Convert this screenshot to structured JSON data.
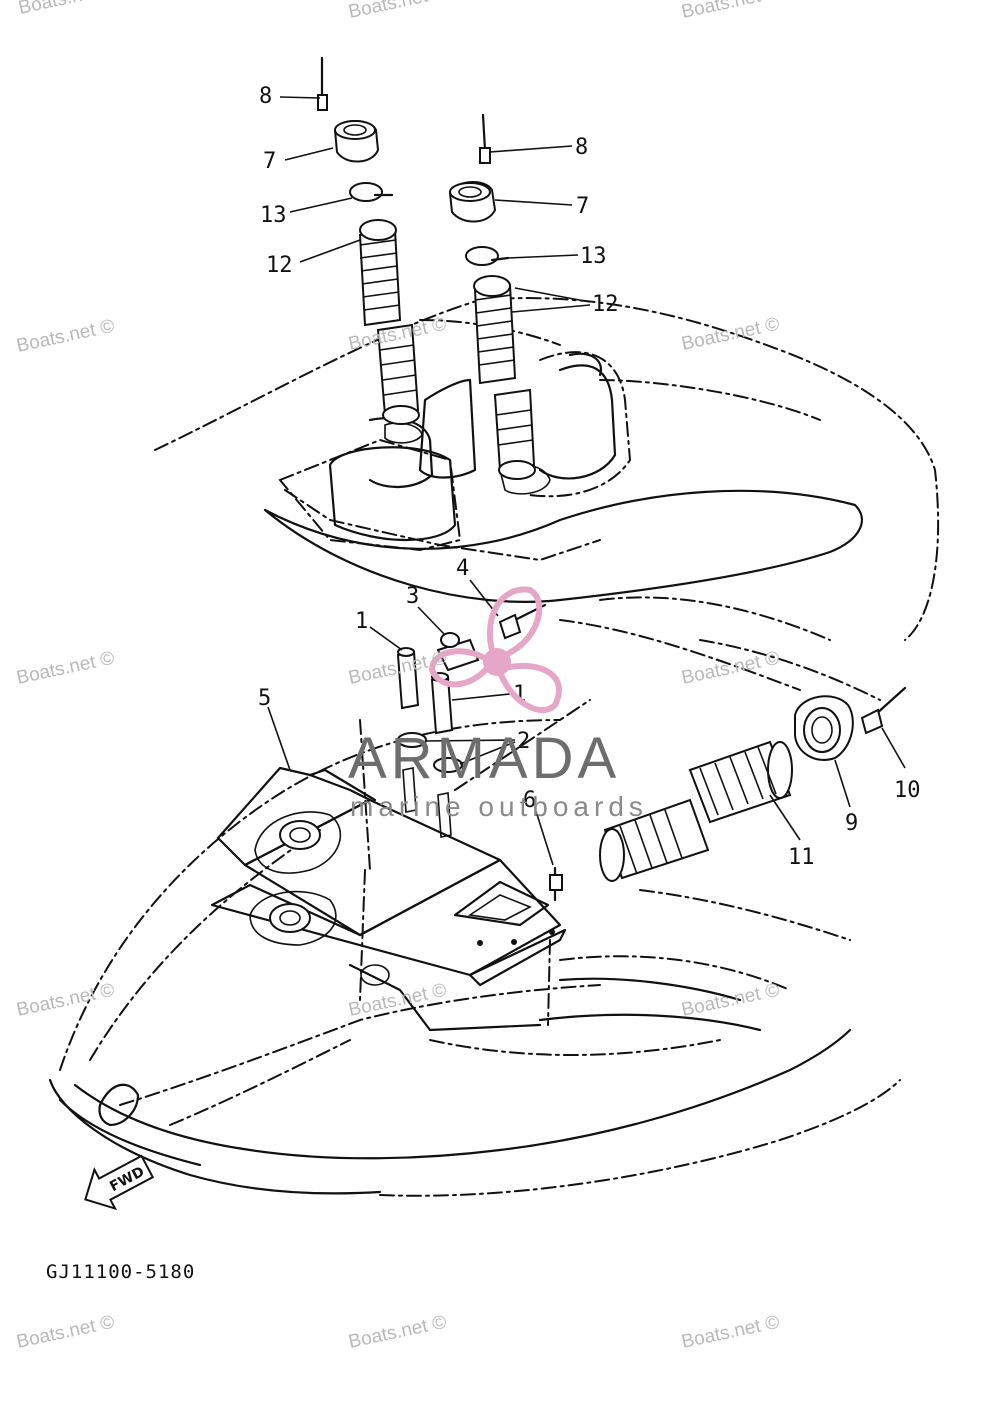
{
  "diagram": {
    "callouts": {
      "c1a": "1",
      "c1b": "1",
      "c2": "2",
      "c3": "3",
      "c4": "4",
      "c5": "5",
      "c6": "6",
      "c7a": "7",
      "c7b": "7",
      "c8a": "8",
      "c8b": "8",
      "c9": "9",
      "c10": "10",
      "c11": "11",
      "c12a": "12",
      "c12b": "12",
      "c13a": "13",
      "c13b": "13"
    },
    "direction_arrow_label": "FWD",
    "part_code": "GJ11100-5180"
  },
  "watermarks": {
    "site": "Boats.net ©",
    "logo_text": "ARMADA",
    "logo_subtext": "marine outboards"
  },
  "colors": {
    "logo_accent": "#e6a6c8",
    "logo_text": "#6d6d6d",
    "line_art": "#111111",
    "watermark": "#b9b9b9"
  }
}
